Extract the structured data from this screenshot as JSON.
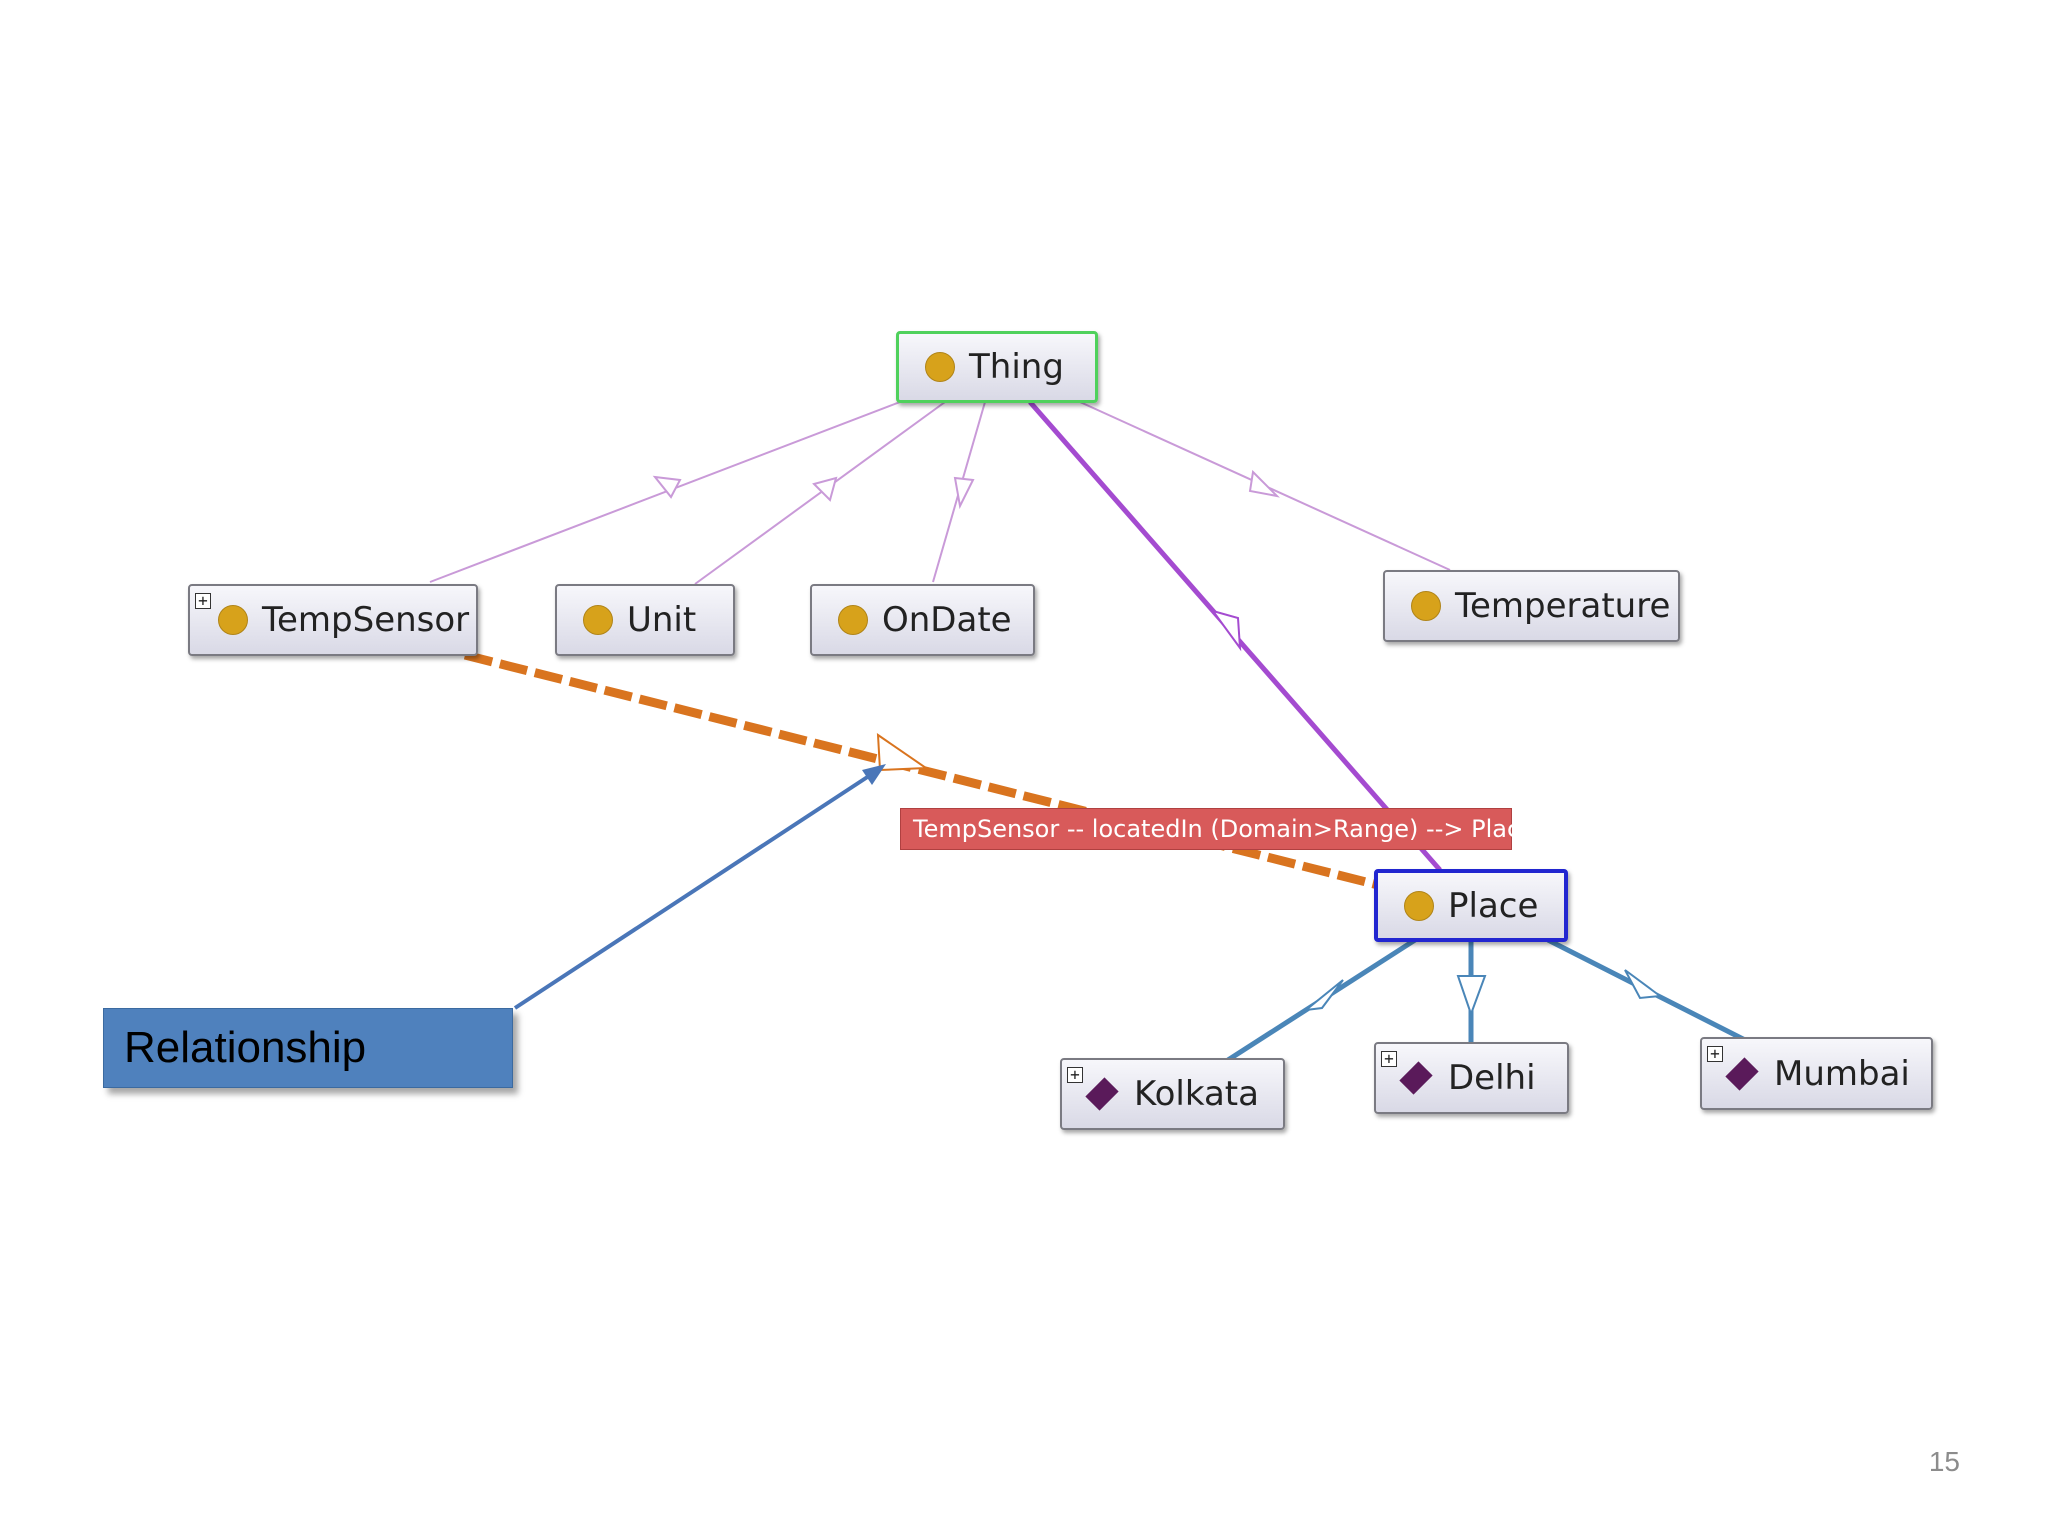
{
  "nodes": {
    "thing": "Thing",
    "temp_sensor": "TempSensor",
    "unit": "Unit",
    "on_date": "OnDate",
    "temperature": "Temperature",
    "place": "Place",
    "kolkata": "Kolkata",
    "delhi": "Delhi",
    "mumbai": "Mumbai"
  },
  "node_icons": {
    "class": "circle-icon",
    "individual": "diamond-icon",
    "expand": "expand-icon"
  },
  "edge_tooltip": "TempSensor -- locatedIn (Domain>Range) --> Place",
  "callout": "Relationship",
  "slide_number": "15",
  "colors": {
    "subclass_edge": "#c99ad8",
    "place_edge": "#a44bd0",
    "individual_edge": "#4a86b8",
    "relationship_edge": "#d9741f",
    "callout_arrow": "#4a76b8",
    "thing_border": "#4fd15c",
    "place_border": "#2226d0"
  }
}
